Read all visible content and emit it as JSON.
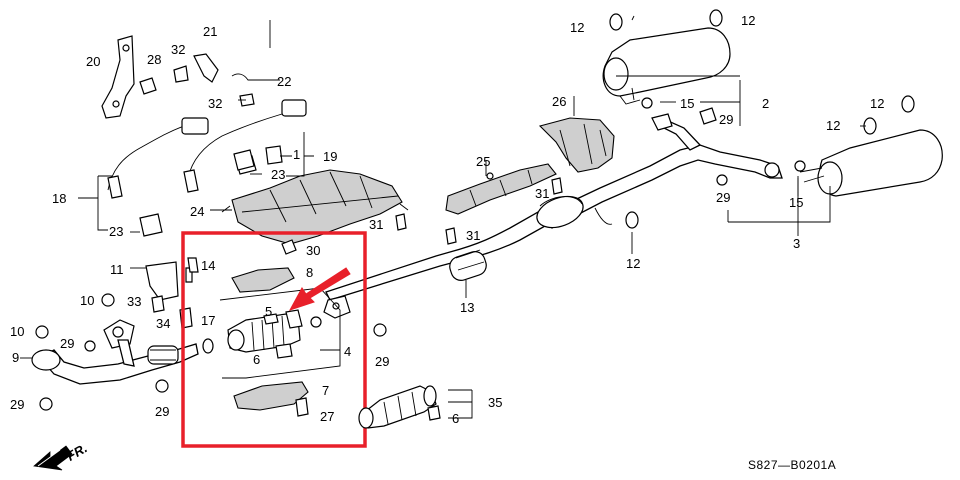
{
  "labels": {
    "p2": "2",
    "p3": "3",
    "p4": "4",
    "p5": "5",
    "p6a": "6",
    "p6b": "6",
    "p7": "7",
    "p8": "8",
    "p9": "9",
    "p10a": "10",
    "p10b": "10",
    "p11": "11",
    "p12a": "12",
    "p12b": "12",
    "p12c": "12",
    "p12d": "12",
    "p12e": "12",
    "p13": "13",
    "p14": "14",
    "p15a": "15",
    "p15b": "15",
    "p17": "17",
    "p18": "18",
    "p19": "19",
    "p1": "1",
    "p20": "20",
    "p21": "21",
    "p22": "22",
    "p23a": "23",
    "p23b": "23",
    "p24": "24",
    "p25": "25",
    "p26": "26",
    "p27": "27",
    "p28": "28",
    "p29a": "29",
    "p29b": "29",
    "p29c": "29",
    "p29d": "29",
    "p29e": "29",
    "p29f": "29",
    "p30": "30",
    "p31a": "31",
    "p31b": "31",
    "p31c": "31",
    "p32a": "32",
    "p32b": "32",
    "p33": "33",
    "p34": "34",
    "p35": "35"
  },
  "front_marker": "FR.",
  "diagram_code": "S827—B0201A",
  "highlight": {
    "color": "#e8202a"
  }
}
